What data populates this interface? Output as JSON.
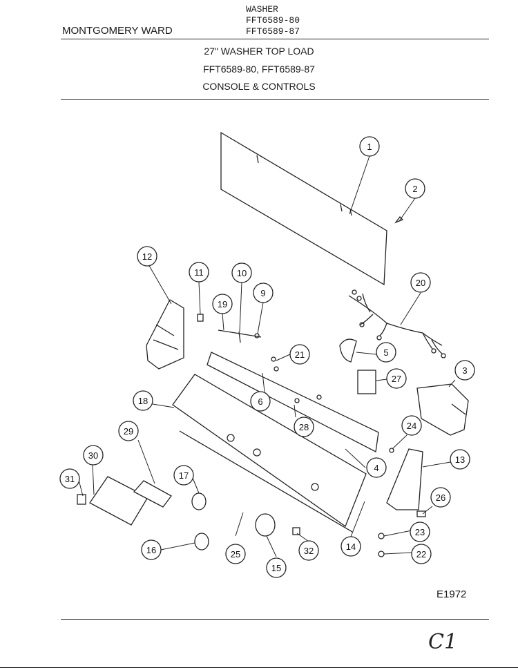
{
  "header": {
    "brand": "MONTGOMERY WARD",
    "product": "WASHER",
    "model_1": "FFT6589-80",
    "model_2": "FFT6589-87"
  },
  "title": {
    "line_1": "27\" WASHER TOP LOAD",
    "line_2": "FFT6589-80, FFT6589-87",
    "line_3": "CONSOLE & CONTROLS"
  },
  "diagram": {
    "callouts": [
      "1",
      "2",
      "3",
      "4",
      "5",
      "6",
      "9",
      "10",
      "11",
      "12",
      "13",
      "14",
      "15",
      "16",
      "17",
      "18",
      "19",
      "20",
      "21",
      "22",
      "23",
      "24",
      "25",
      "26",
      "27",
      "28",
      "29",
      "30",
      "31",
      "32"
    ]
  },
  "footer": {
    "drawing_code": "E1972",
    "handwritten_mark": "C1"
  }
}
